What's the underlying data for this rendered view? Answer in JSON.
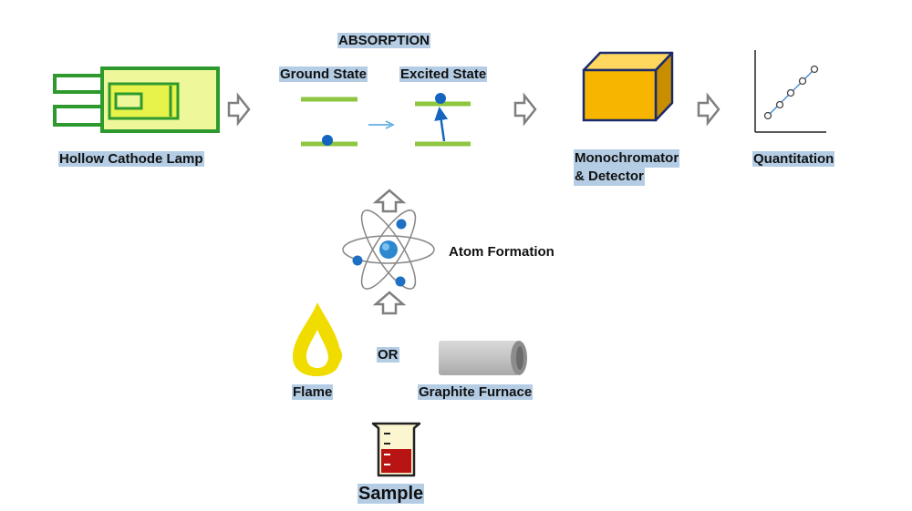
{
  "labels": {
    "absorption": "ABSORPTION",
    "ground_state": "Ground State",
    "excited_state": "Excited State",
    "hollow_cathode_lamp": "Hollow Cathode Lamp",
    "monochromator_line1": "Monochromator",
    "monochromator_line2": "& Detector",
    "quantitation": "Quantitation",
    "atom_formation": "Atom Formation",
    "or": "OR",
    "flame": "Flame",
    "graphite_furnace": "Graphite Furnace",
    "sample": "Sample"
  },
  "colors": {
    "label_highlight": "#b4cde4",
    "lamp_green": "#2e9a2e",
    "lamp_fill": "#eef79a",
    "energy_level": "#8ec63f",
    "electron": "#1565c0",
    "monochromator": "#f7b500",
    "flame": "#f1dc00",
    "furnace": "#c8c8c8",
    "sample_liquid": "#b81414"
  },
  "icons": [
    "hollow-cathode-lamp-icon",
    "monochromator-box-icon",
    "calibration-plot-icon",
    "atom-icon",
    "flame-icon",
    "graphite-furnace-icon",
    "beaker-icon",
    "outline-arrow-icon"
  ]
}
